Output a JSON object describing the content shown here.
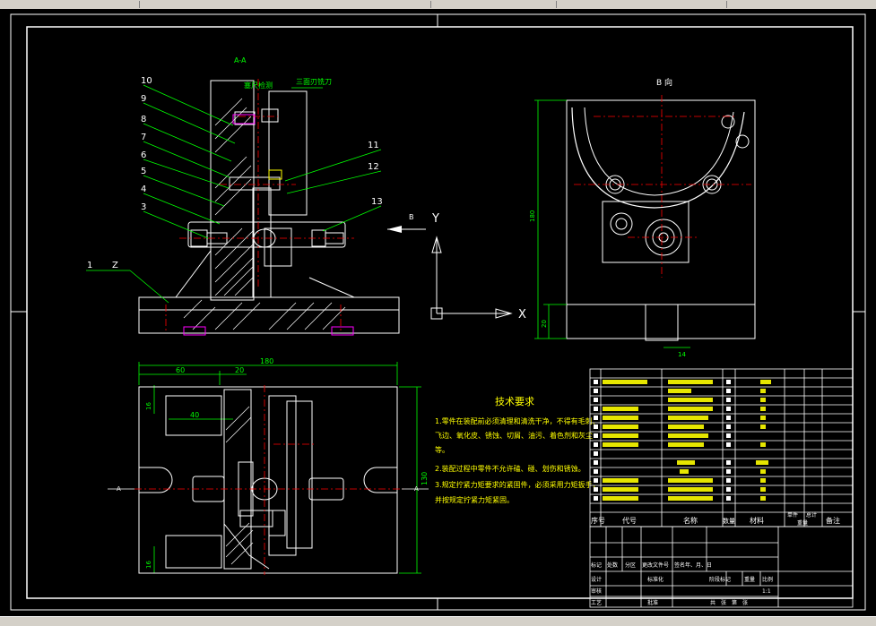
{
  "colors": {
    "background": "#000000",
    "line": "#ffffff",
    "green": "#00ff00",
    "yellow": "#ffff00",
    "red": "#ff0000",
    "magenta": "#ff00ff",
    "cyan": "#00ffff",
    "chrome": "#d4d0c8"
  },
  "drawing": {
    "section_label": "A-A",
    "view_b_label": "B 向",
    "callouts": [
      "10",
      "9",
      "8",
      "7",
      "6",
      "5",
      "4",
      "3",
      "11",
      "12",
      "13",
      "1"
    ],
    "callout_z": "Z",
    "note_top_left": "塞尺检测",
    "note_top_right": "三面刃铣刀",
    "axis_y": "Y",
    "axis_x": "X",
    "axis_b": "B",
    "dim_top": "180",
    "dim_60": "60",
    "dim_20": "20",
    "dim_40": "40",
    "dim_16a": "16",
    "dim_16b": "16",
    "dim_130": "130",
    "dim_180v": "180",
    "dim_20v": "20",
    "dim_14": "14",
    "mark_a_left": "A",
    "mark_a_right": "A"
  },
  "tech": {
    "title": "技术要求",
    "lines": [
      "1.零件在装配前必须清理和清洗干净，不得有毛刺、",
      "飞边、氧化皮、锈蚀、切屑、油污、着色剂和灰尘",
      "等。",
      "2.装配过程中零件不允许磕、碰、划伤和锈蚀。",
      "3.规定拧紧力矩要求的紧固件，必须采用力矩扳手，",
      "并按规定拧紧力矩紧固。"
    ]
  },
  "title_block": {
    "headers": {
      "seq": "序号",
      "code": "代号",
      "name": "名称",
      "qty": "数量",
      "material": "材料",
      "single": "单件",
      "total": "总计",
      "weight": "重量",
      "remark": "备注"
    },
    "footer": {
      "mark": "标记",
      "count": "处数",
      "zone": "分区",
      "change_no": "更改文件号",
      "signature": "签名",
      "date": "年、月、日",
      "design": "设计",
      "standard": "标准化",
      "review": "审核",
      "process": "工艺",
      "approve": "批准",
      "stage": "阶段标记",
      "weight": "重量",
      "scale": "比例",
      "scale_value": "1:1",
      "sheets": "共　张　第　张"
    }
  }
}
